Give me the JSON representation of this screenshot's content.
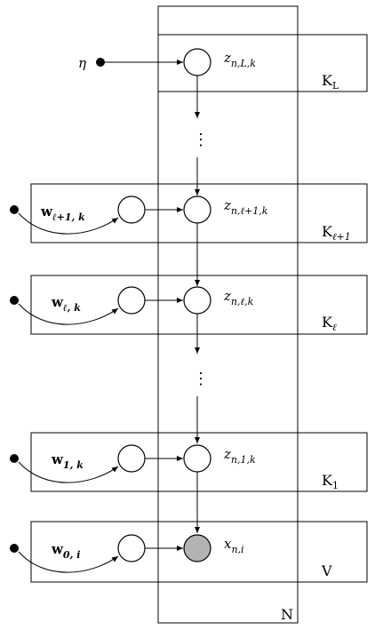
{
  "nodes": {
    "eta": "η",
    "z_L": {
      "base": "z",
      "sub": "n,L,k"
    },
    "z_l1": {
      "base": "z",
      "sub": "n,ℓ+1,k"
    },
    "z_l": {
      "base": "z",
      "sub": "n,ℓ,k"
    },
    "z_1": {
      "base": "z",
      "sub": "n,1,k"
    },
    "x": {
      "base": "x",
      "sub": "n,i"
    },
    "w_l1": {
      "base": "w",
      "sub": "ℓ+1, k"
    },
    "w_l": {
      "base": "w",
      "sub": "ℓ, k"
    },
    "w_1": {
      "base": "w",
      "sub": "1, k"
    },
    "w_0": {
      "base": "w",
      "sub": "0, i"
    }
  },
  "plates": {
    "K_L": {
      "base": "K",
      "sub": "L"
    },
    "K_l1": {
      "base": "K",
      "sub": "ℓ+1"
    },
    "K_l": {
      "base": "K",
      "sub": "ℓ"
    },
    "K_1": {
      "base": "K",
      "sub": "1"
    },
    "V": "V",
    "N": "N"
  },
  "ellipsis": "⋮"
}
